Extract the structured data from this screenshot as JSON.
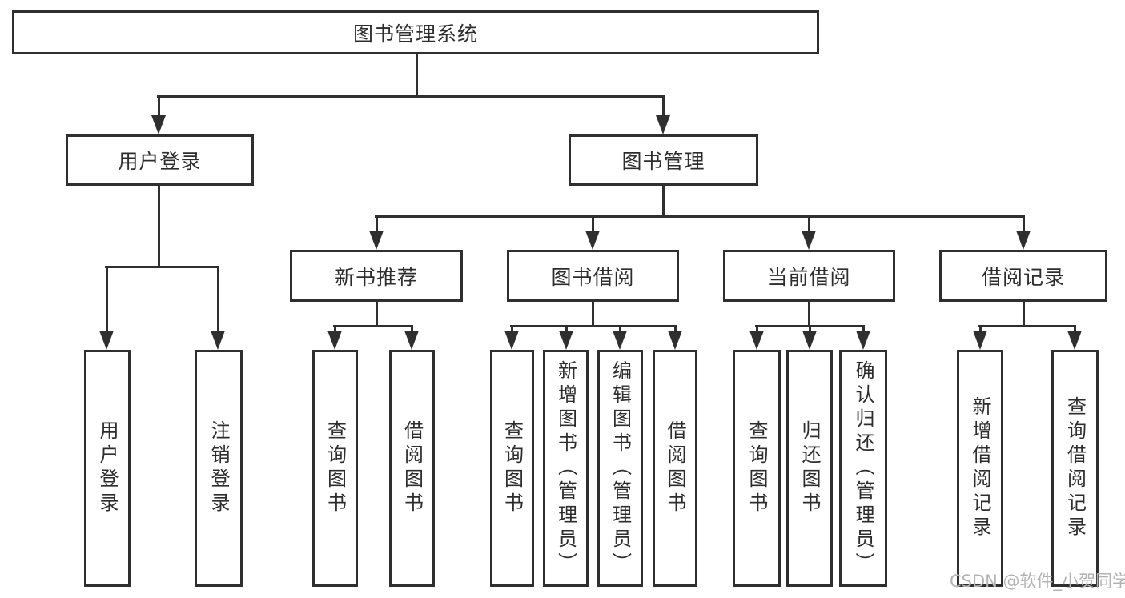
{
  "nodes": {
    "root": "图书管理系统",
    "user_login": "用户登录",
    "book_management": "图书管理",
    "new_book_recommend": "新书推荐",
    "book_borrowing": "图书借阅",
    "current_borrowing": "当前借阅",
    "borrowing_records": "借阅记录",
    "leaf_user_login": "用户登录",
    "leaf_logout": "注销登录",
    "leaf_newbook_query": "查询图书",
    "leaf_newbook_borrow": "借阅图书",
    "leaf_borrow_query": "查询图书",
    "leaf_borrow_add": "新增图书（管理员）",
    "leaf_borrow_edit": "编辑图书（管理员）",
    "leaf_borrow_borrow": "借阅图书",
    "leaf_current_query": "查询图书",
    "leaf_current_return": "归还图书",
    "leaf_current_confirm": "确认归还（管理员）",
    "leaf_records_add": "新增借阅记录",
    "leaf_records_query": "查询借阅记录"
  },
  "watermark": "CSDN @软件_小贺同学",
  "colors": {
    "line": "#2f2f2f",
    "text": "#2d2d2d",
    "watermark": "#b3b3b3",
    "background": "#ffffff"
  }
}
